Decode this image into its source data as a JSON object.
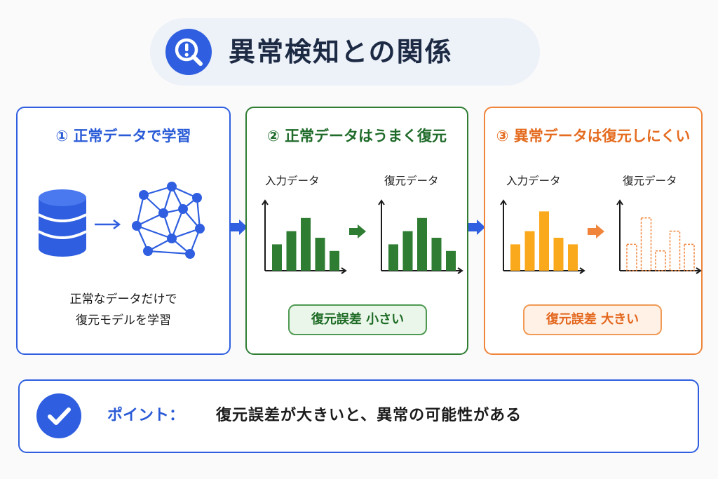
{
  "title": "異常検知との関係",
  "steps": [
    {
      "title": "① 正常データで学習",
      "description": [
        "正常なデータだけで",
        "復元モデルを学習"
      ]
    },
    {
      "title": "② 正常データはうまく復元",
      "input_label": "入力データ",
      "output_label": "復元データ",
      "badge": "復元誤差 小さい"
    },
    {
      "title": "③ 異常データは復元しにくい",
      "input_label": "入力データ",
      "output_label": "復元データ",
      "badge": "復元誤差 大きい"
    }
  ],
  "point": {
    "label": "ポイント：",
    "text": "復元誤差が大きいと、異常の可能性がある"
  },
  "colors": {
    "blue": "#2f5fe0",
    "green": "#2e7d32",
    "orange": "#f0843a"
  },
  "icons": [
    "search-alert-icon",
    "database-icon",
    "neural-network-icon",
    "check-circle-icon"
  ],
  "chart_data": [
    {
      "type": "bar",
      "series": [
        {
          "values": [
            4,
            6,
            8,
            5,
            3
          ]
        }
      ]
    },
    {
      "type": "bar",
      "series": [
        {
          "values": [
            4,
            6,
            8,
            5,
            3
          ]
        }
      ]
    },
    {
      "type": "bar",
      "series": [
        {
          "values": [
            4,
            6,
            9,
            5,
            4
          ]
        }
      ]
    },
    {
      "type": "bar",
      "series": [
        {
          "values": [
            4,
            8,
            3,
            6,
            4
          ]
        }
      ]
    }
  ]
}
